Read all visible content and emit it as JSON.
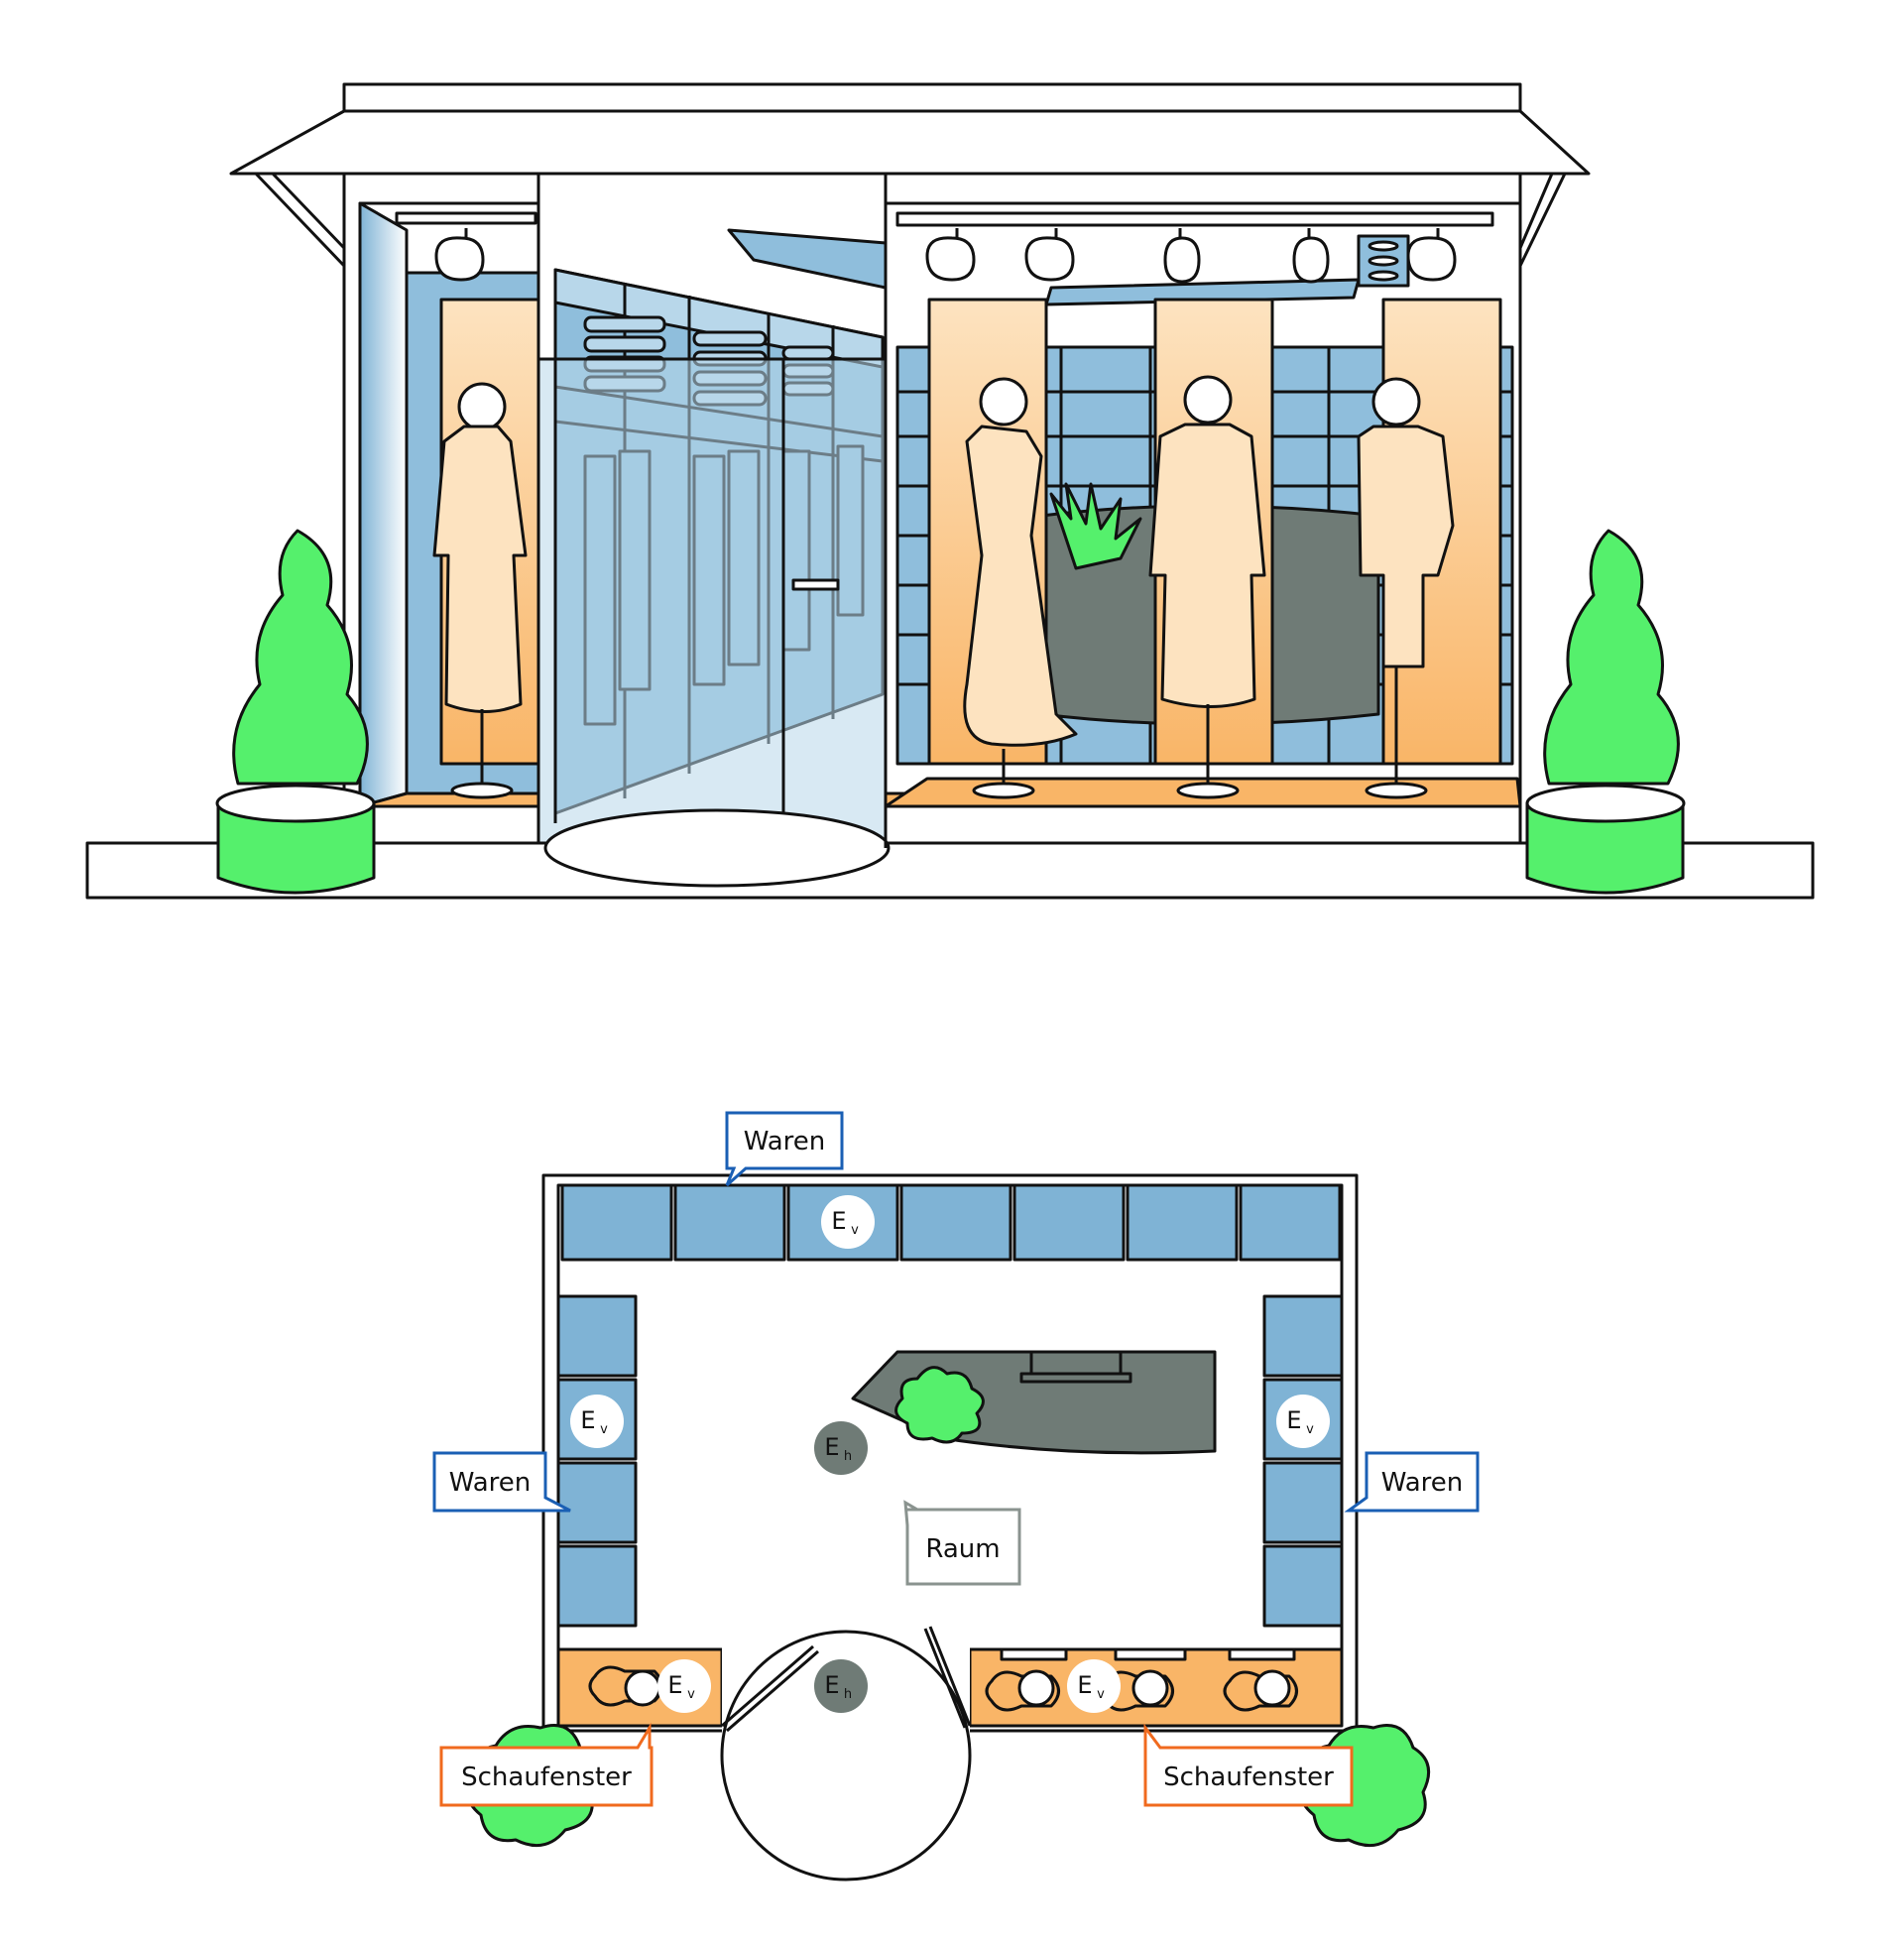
{
  "colors": {
    "outline": "#111111",
    "shelf_blue": "#7fb3d5",
    "shelf_blue_light": "#b8d7ea",
    "window_orange": "#f9b567",
    "window_orange_light": "#fde3c0",
    "plant_green": "#55f06c",
    "counter_grey": "#6f7b76",
    "callout_blue": "#1a5fb4",
    "callout_orange": "#f06a1e",
    "callout_grey": "#8a938f"
  },
  "plan": {
    "callouts": {
      "waren_top": "Waren",
      "waren_left": "Waren",
      "waren_right": "Waren",
      "raum": "Raum",
      "schaufenster_left": "Schaufenster",
      "schaufenster_right": "Schaufenster"
    },
    "markers": {
      "ev_symbol": "E",
      "ev_sub": "v",
      "eh_symbol": "E",
      "eh_sub": "h"
    }
  }
}
